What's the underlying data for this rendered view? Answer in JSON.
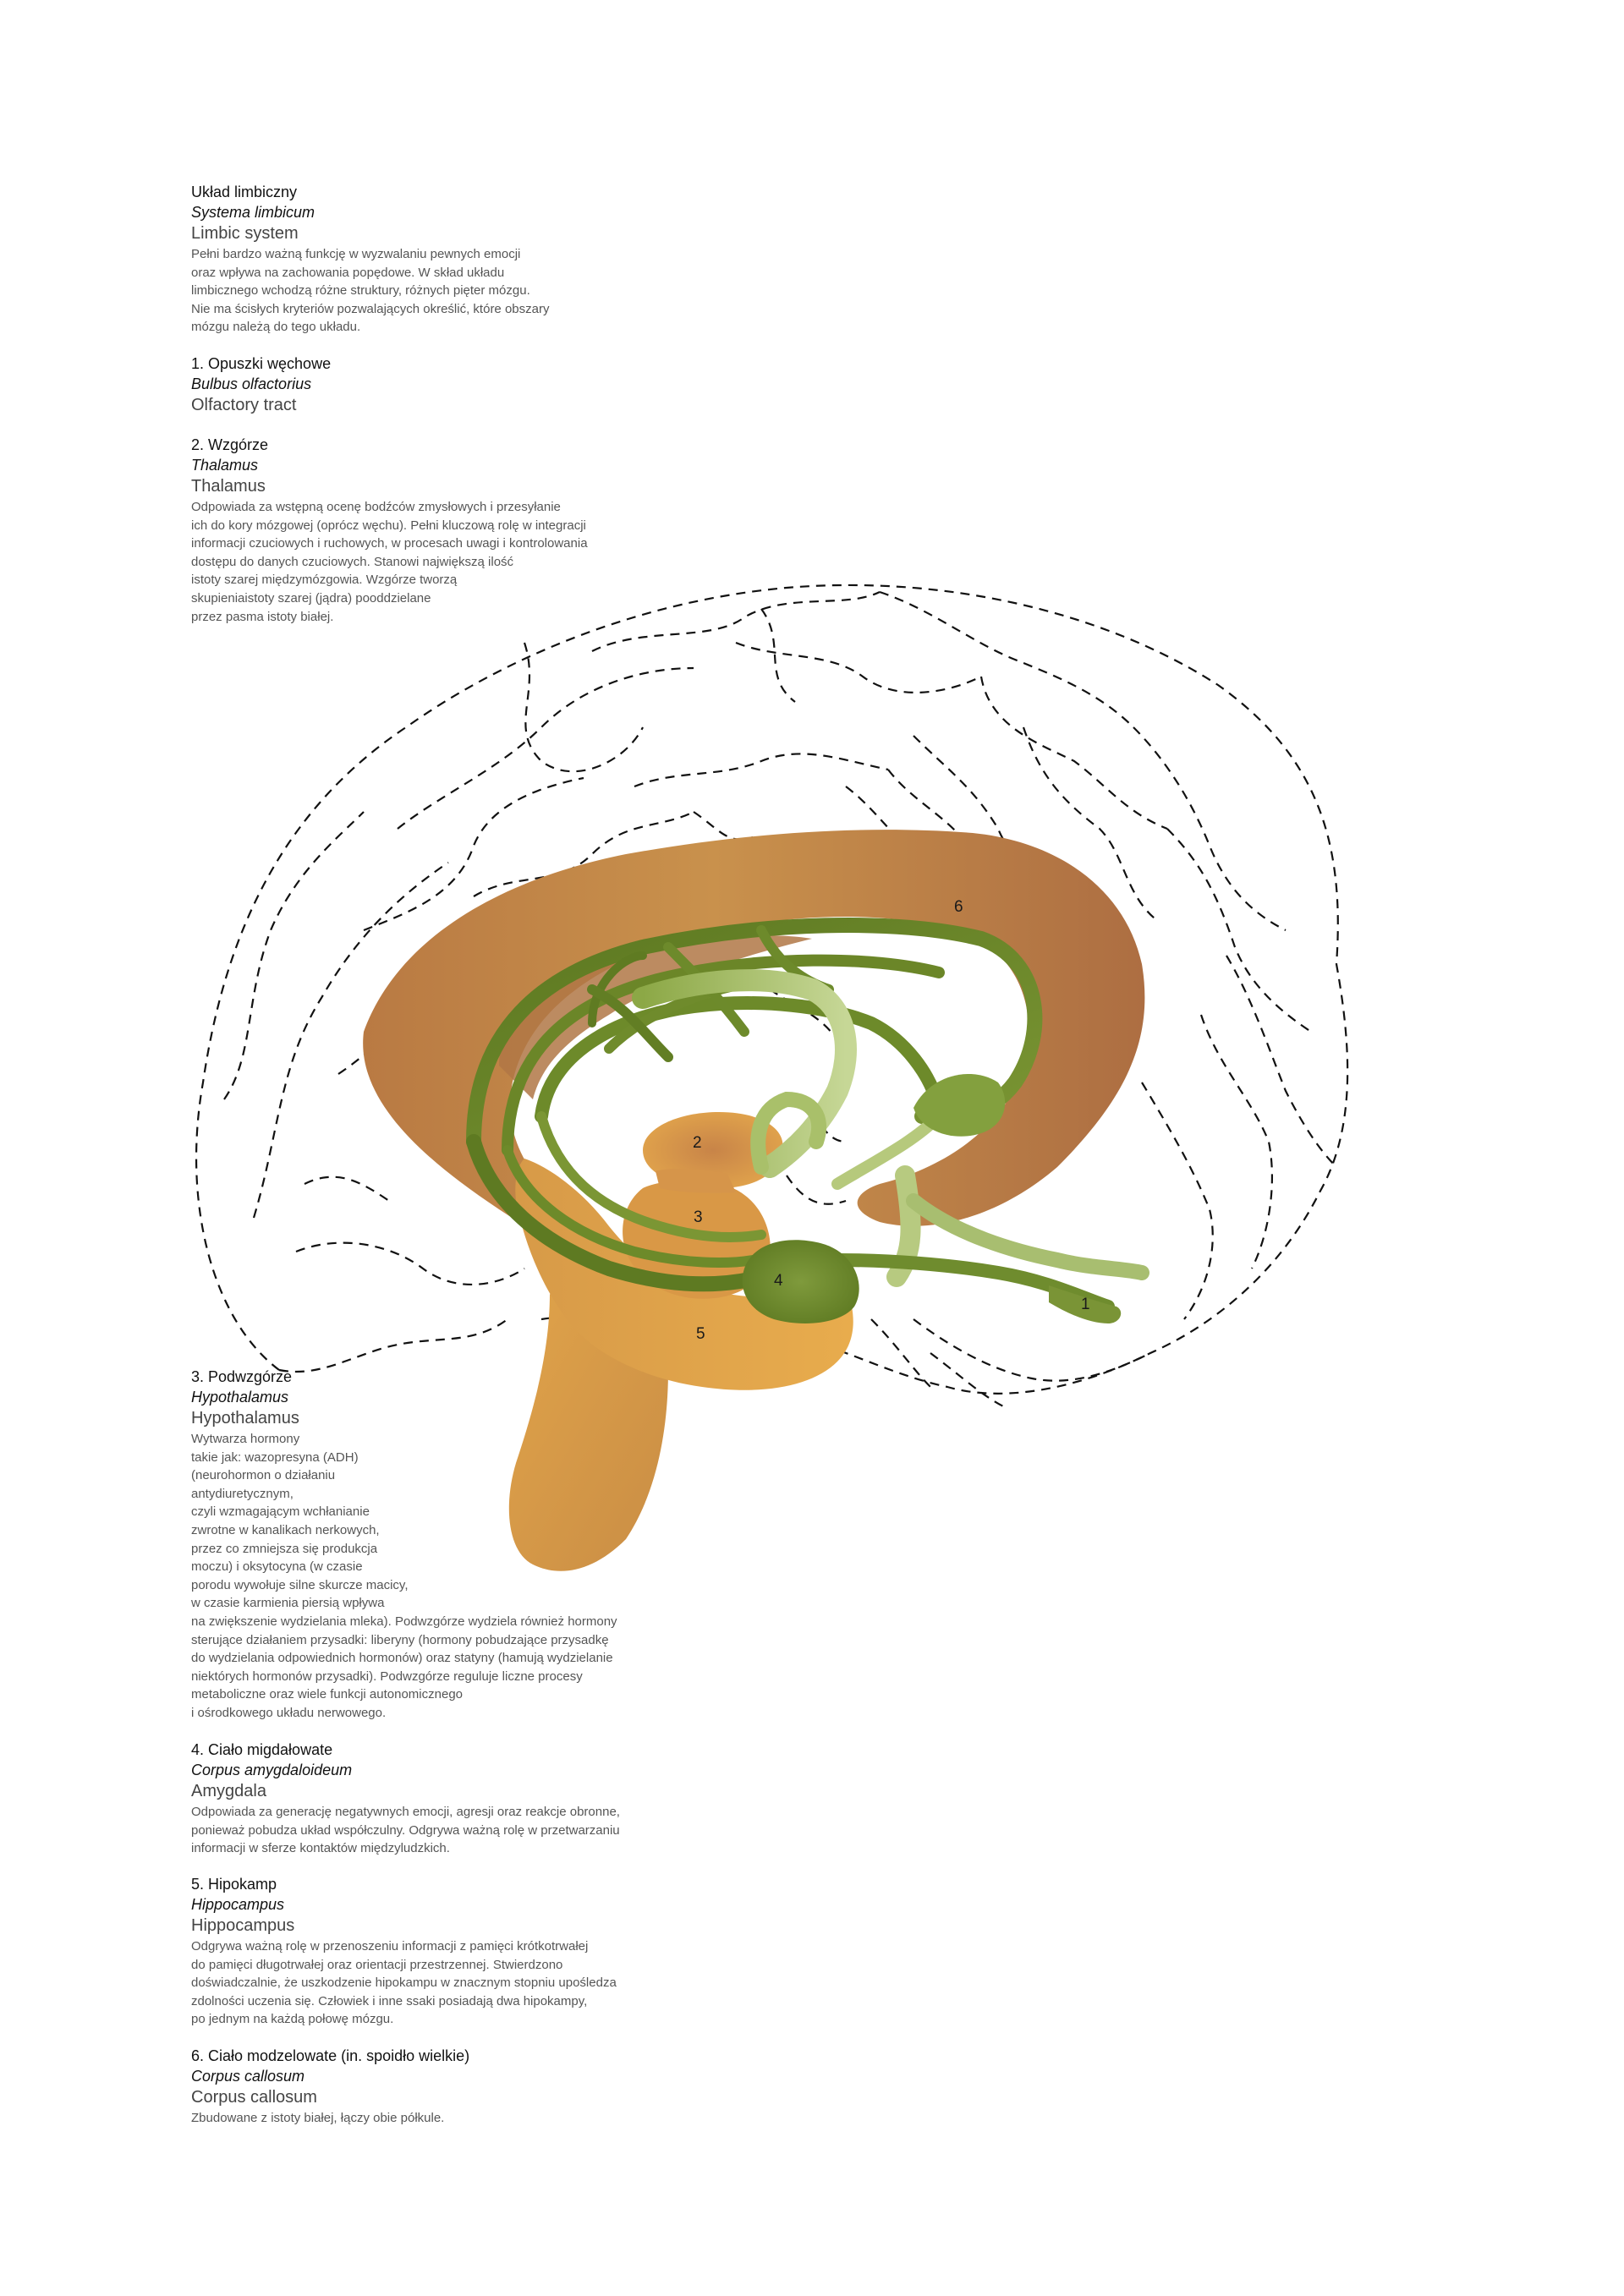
{
  "intro": {
    "title": "Układ limbiczny",
    "latin": "Systema limbicum",
    "english": "Limbic system",
    "desc": [
      "Pełni bardzo ważną funkcję w wyzwalaniu pewnych emocji",
      "oraz wpływa na zachowania popędowe. W skład układu",
      "limbicznego wchodzą różne struktury, różnych pięter mózgu.",
      "Nie ma ścisłych kryteriów pozwalających określić, które obszary",
      "mózgu należą do tego układu."
    ]
  },
  "sections": [
    {
      "title": "1. Opuszki węchowe",
      "latin": "Bulbus olfactorius",
      "english": "Olfactory tract",
      "desc": []
    },
    {
      "title": "2. Wzgórze",
      "latin": "Thalamus",
      "english": "Thalamus",
      "desc": [
        "Odpowiada za wstępną ocenę bodźców zmysłowych i przesyłanie",
        "ich do kory mózgowej (oprócz węchu). Pełni kluczową rolę w integracji",
        "informacji czuciowych i ruchowych, w procesach uwagi i kontrolowania",
        "dostępu do danych czuciowych. Stanowi największą ilość",
        "istoty szarej międzymózgowia. Wzgórze tworzą",
        "skupieniaistoty szarej (jądra) pooddzielane",
        "przez pasma istoty białej."
      ]
    },
    {
      "title": "3. Podwzgórze",
      "latin": "Hypothalamus",
      "english": "Hypothalamus",
      "desc": [
        "Wytwarza hormony",
        "takie jak: wazopresyna (ADH)",
        "(neurohormon o działaniu",
        "antydiuretycznym,",
        "czyli wzmagającym wchłanianie",
        "zwrotne w kanalikach nerkowych,",
        "przez co zmniejsza się produkcja",
        "moczu) i oksytocyna (w czasie",
        "porodu wywołuje silne skurcze macicy,",
        "w czasie karmienia piersią wpływa",
        "na zwiększenie wydzielania mleka). Podwzgórze wydziela również hormony",
        "sterujące działaniem przysadki: liberyny (hormony pobudzające przysadkę",
        "do wydzielania odpowiednich hormonów) oraz statyny (hamują wydzielanie",
        "niektórych hormonów przysadki). Podwzgórze reguluje liczne procesy",
        "metaboliczne oraz wiele funkcji autonomicznego",
        "i ośrodkowego układu nerwowego."
      ]
    },
    {
      "title": "4. Ciało migdałowate",
      "latin": "Corpus amygdaloideum",
      "english": "Amygdala",
      "desc": [
        "Odpowiada za generację negatywnych emocji, agresji oraz reakcje obronne,",
        "ponieważ pobudza układ współczulny. Odgrywa ważną rolę w przetwarzaniu",
        "informacji w sferze kontaktów międzyludzkich."
      ]
    },
    {
      "title": "5. Hipokamp",
      "latin": "Hippocampus",
      "english": "Hippocampus",
      "desc": [
        "Odgrywa ważną rolę w przenoszeniu informacji z pamięci krótkotrwałej",
        "do pamięci długotrwałej oraz orientacji przestrzennej. Stwierdzono",
        "doświadczalnie, że uszkodzenie hipokampu w znacznym stopniu upośledza",
        "zdolności uczenia się. Człowiek i inne ssaki posiadają dwa hipokampy,",
        "po jednym na każdą połowę mózgu."
      ]
    },
    {
      "title": "6. Ciało modzelowate (in. spoidło wielkie)",
      "latin": "Corpus callosum",
      "english": "Corpus callosum",
      "desc": [
        "Zbudowane z istoty białej, łączy obie półkule."
      ]
    }
  ],
  "diagram": {
    "labels": [
      "1",
      "2",
      "3",
      "4",
      "5",
      "6"
    ],
    "colors": {
      "orange_light": "#e2a44a",
      "orange_dark": "#b07340",
      "green_dark": "#5e7a22",
      "green_light": "#bdd08a",
      "outline": "#111111"
    }
  }
}
